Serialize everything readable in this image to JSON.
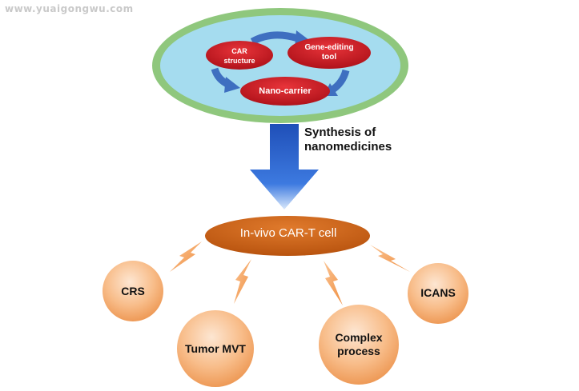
{
  "watermark": "www.yuaigongwu.com",
  "cycle": {
    "nodes": [
      {
        "label_line1": "CAR",
        "label_line2": "structure"
      },
      {
        "label_line1": "Gene-editing",
        "label_line2": "tool"
      },
      {
        "label_line1": "Nano-carrier",
        "label_line2": ""
      }
    ]
  },
  "arrow": {
    "label_line1": "Synthesis of",
    "label_line2": "nanomedicines"
  },
  "hub": {
    "label": "In-vivo CAR-T cell"
  },
  "outcomes": [
    {
      "line1": "CRS",
      "line2": ""
    },
    {
      "line1": "Tumor MVT",
      "line2": ""
    },
    {
      "line1": "Complex",
      "line2": "process"
    },
    {
      "line1": "ICANS",
      "line2": ""
    }
  ],
  "colors": {
    "outer_ring": "#8fc77d",
    "inner_fill": "#a5dcef",
    "pill_red": "#c8161d",
    "cycle_arrow": "#3e6fc0",
    "big_arrow": "#2f62c8",
    "hub_orange": "#c5611a",
    "circle_fill": "#f7b57f",
    "bolt": "#f09a52"
  }
}
